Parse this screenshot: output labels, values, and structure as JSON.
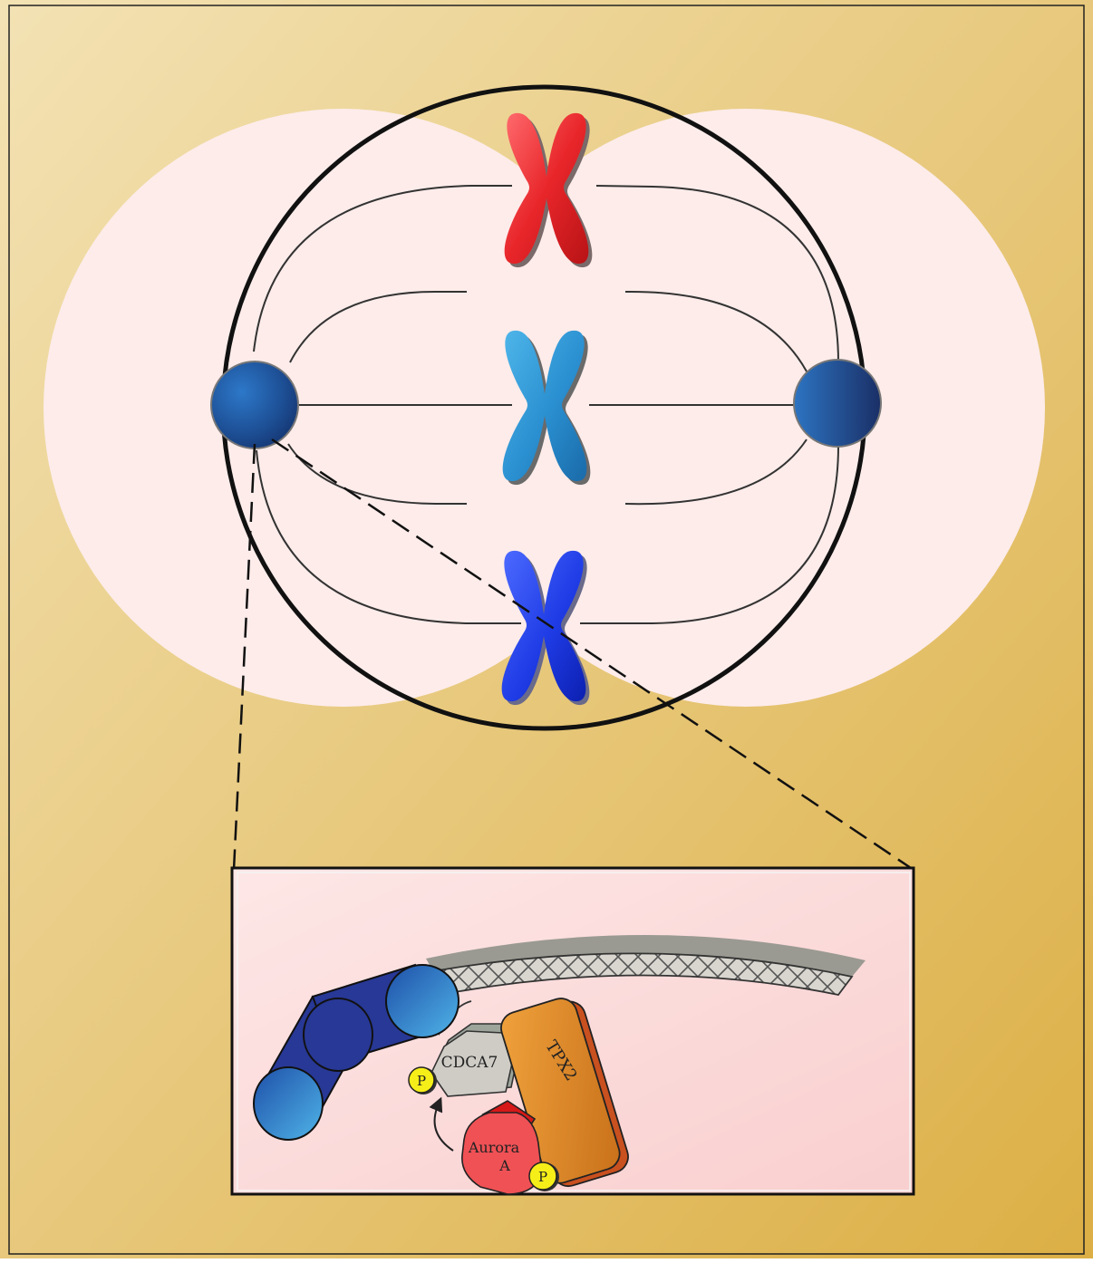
{
  "figure": {
    "colors": {
      "background_top_left": "#f3e2b4",
      "background_bottom_right": "#dcaf45",
      "cell_fill": "#fdecea",
      "inset_fill": "#fbdede",
      "chromosome_top": "#e8262a",
      "chromosome_middle": "#2a8fd0",
      "chromosome_bottom": "#1f3ce6",
      "centrosome": "#1d4f95",
      "microtubule": "#b2ada3",
      "kinetochore_cylinders": "#283896",
      "cdca7": "#cfccc6",
      "tpx2": "#e0891d",
      "aurora_a": "#ef5155",
      "phospho": "#f6ee18"
    },
    "cell": {
      "chromosomes": [
        "top-chromosome",
        "middle-chromosome",
        "bottom-chromosome"
      ],
      "centrosomes": [
        "left-centrosome",
        "right-centrosome"
      ]
    },
    "inset": {
      "proteins": {
        "cdca7": "CDCA7",
        "tpx2": "TPX2",
        "aurora_line1": "Aurora",
        "aurora_line2": "A"
      },
      "phospho_label": "P"
    }
  }
}
